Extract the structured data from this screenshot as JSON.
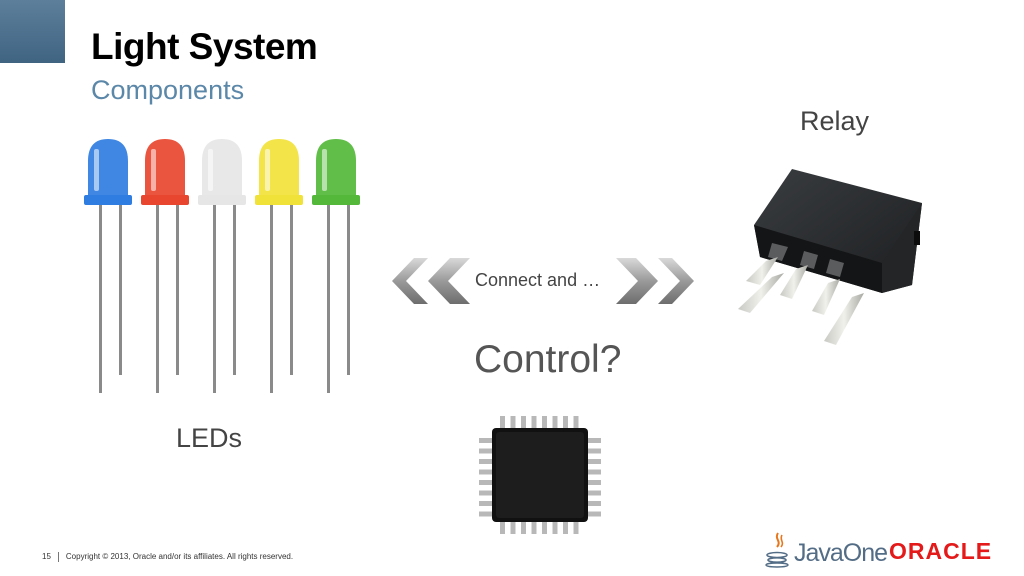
{
  "slide": {
    "title": "Light System",
    "subtitle": "Components"
  },
  "labels": {
    "relay": "Relay",
    "leds": "LEDs",
    "connect": "Connect and …",
    "control": "Control?"
  },
  "leds": {
    "colors": [
      "#2f7de0",
      "#e8462f",
      "#e6e6e6",
      "#f1e23a",
      "#54b83a"
    ]
  },
  "footer": {
    "page_number": "15",
    "copyright": "Copyright © 2013, Oracle and/or its affiliates. All rights reserved."
  },
  "brand": {
    "javaone": "JavaOne",
    "oracle": "ORACLE"
  },
  "colors": {
    "accent": "#5b87a8",
    "oracle_red": "#e41a1a"
  }
}
